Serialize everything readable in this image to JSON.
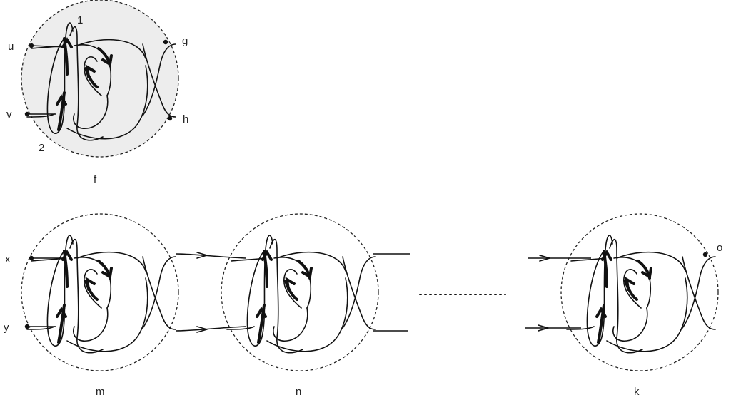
{
  "labels": {
    "u": "u",
    "v": "v",
    "g": "g",
    "h": "h",
    "one": "1",
    "two": "2",
    "f": "f",
    "x": "x",
    "y": "y",
    "o": "o",
    "m": "m",
    "n": "n",
    "k": "k"
  }
}
